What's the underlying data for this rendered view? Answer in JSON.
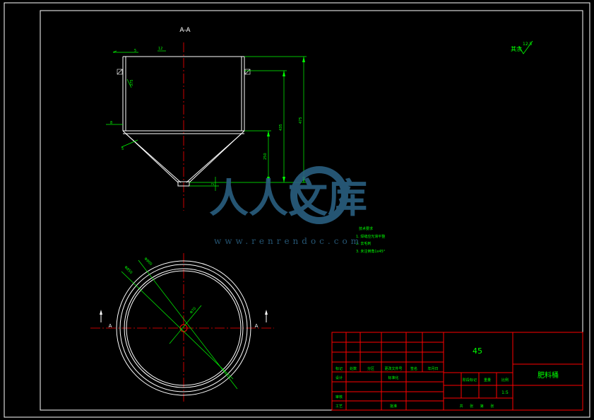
{
  "section_label": "A-A",
  "surface_finish": {
    "prefix": "其余",
    "value": "12.5"
  },
  "dimensions": {
    "top_wall": "5",
    "top_note": "12",
    "wall_height": "375",
    "bottom_left": "8",
    "cone_left": "5",
    "dim_250": "250",
    "dim_435": "435",
    "dim_475": "475",
    "outlet": "2",
    "dia_outer": "Φ900",
    "dia_inner": "Φ850",
    "dia_center": "Φ70"
  },
  "section_marks": {
    "left": "A",
    "right": "A"
  },
  "tech_notes": {
    "title": "技术要求",
    "items": [
      "1. 焊缝应光滑平整",
      "2. 去毛刺",
      "3. 未注倒角1x45°"
    ]
  },
  "watermark": {
    "cn": "人人文库",
    "url": "www.renrendoc.com"
  },
  "title_block": {
    "material": "45",
    "part_name": "肥料桶",
    "scale": "1:5",
    "header_labels": [
      "标记",
      "处数",
      "分区",
      "更改文件号",
      "签名",
      "年月日"
    ],
    "design": "设计",
    "standardize": "标准化",
    "review": "审核",
    "process": "工艺",
    "approve": "批准",
    "stage_labels": [
      "阶段标记",
      "重量",
      "比例"
    ],
    "sheets": "共 张 第 张"
  },
  "colors": {
    "background": "#000000",
    "frame": "#ffffff",
    "table": "#ff0000",
    "dimension": "#00ff00",
    "centerline": "#ff0000",
    "watermark": "#2a5f80"
  }
}
